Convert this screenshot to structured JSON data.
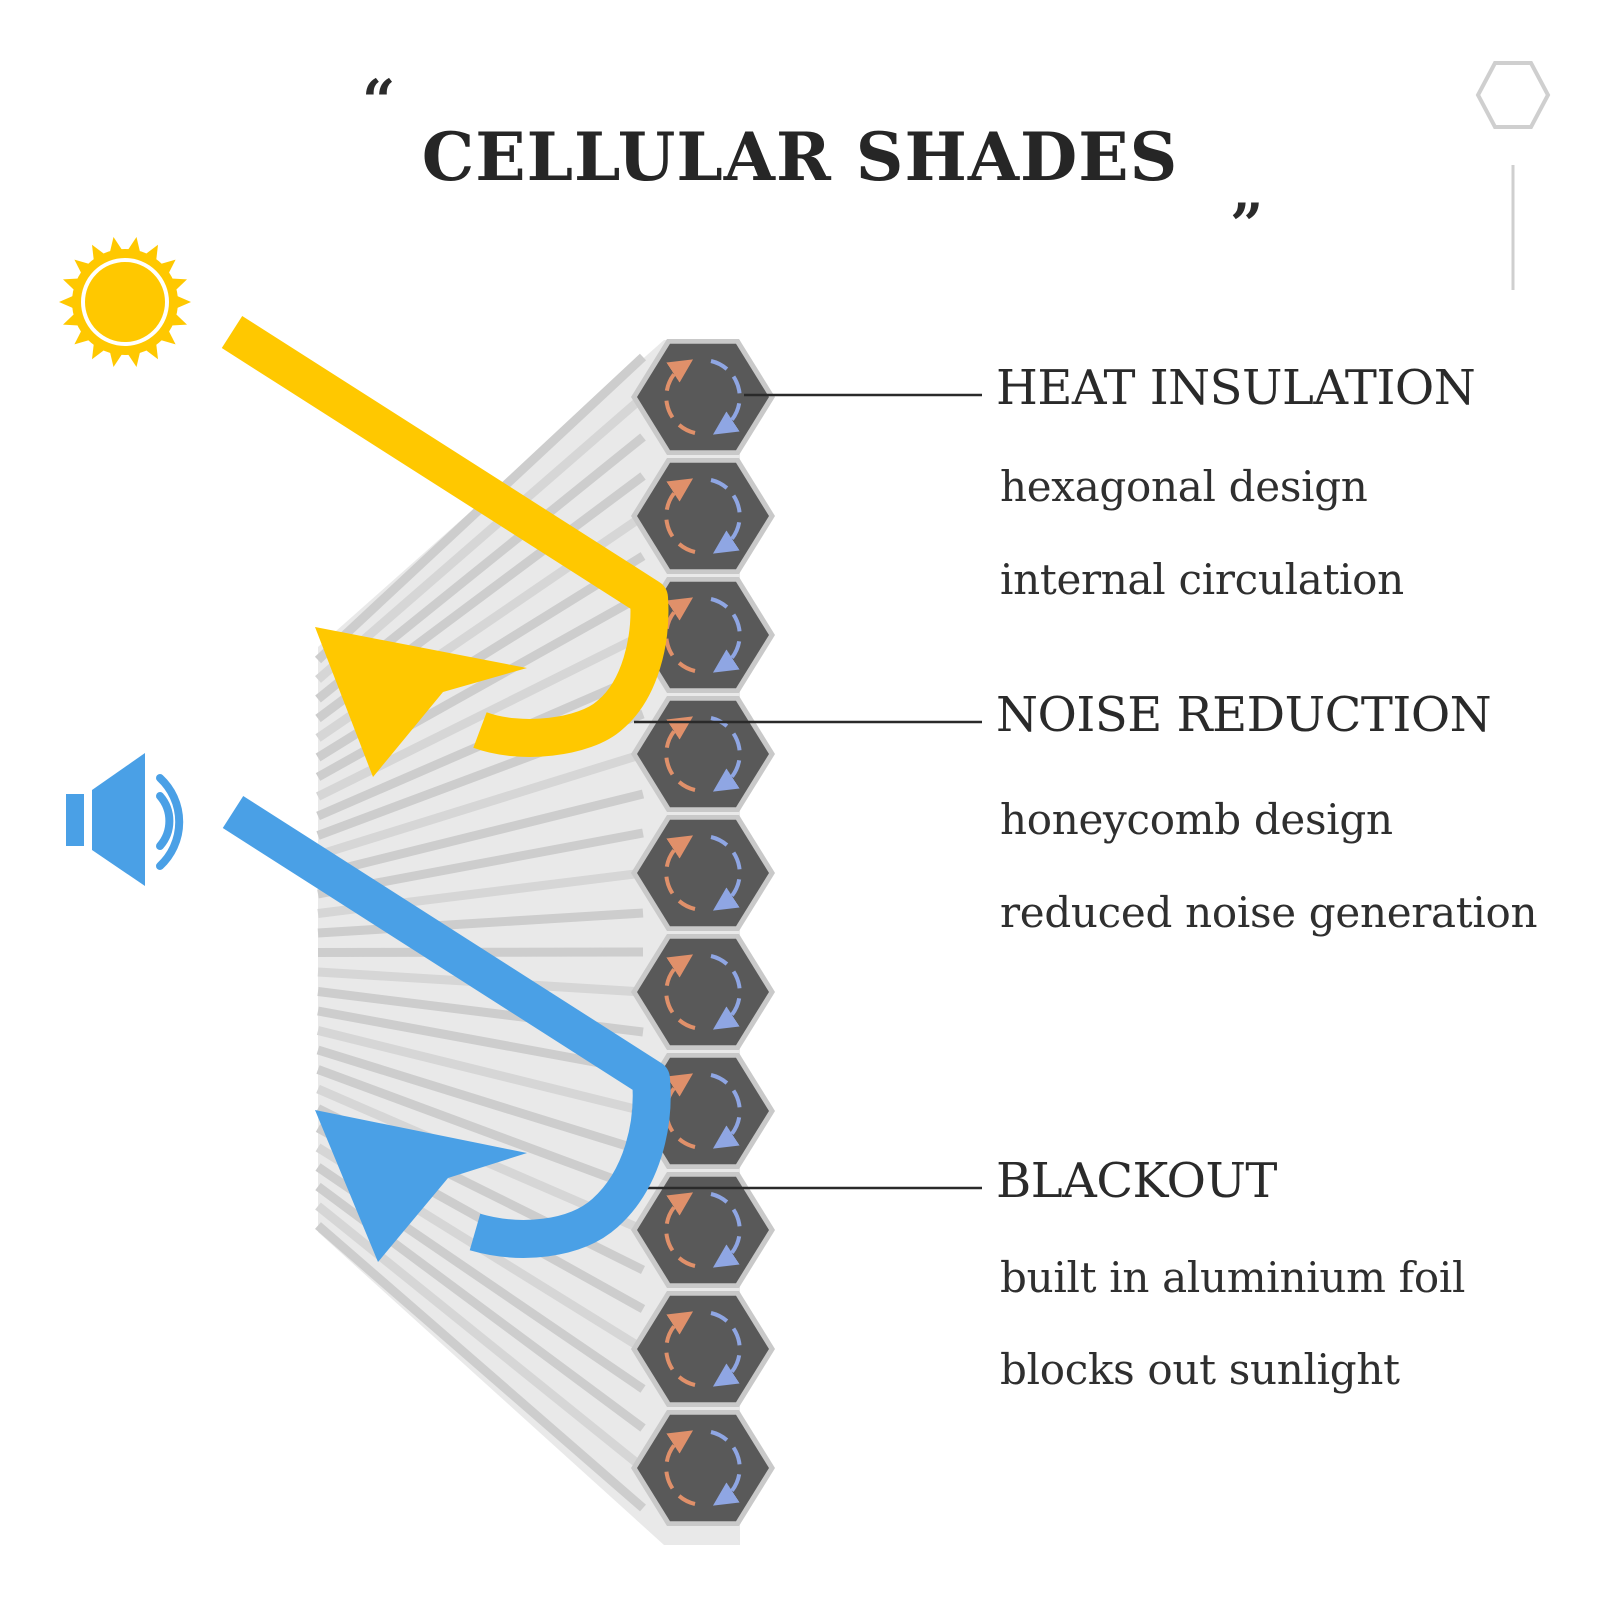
{
  "title": "CELLULAR SHADES",
  "open_quote": "“",
  "close_quote": "”",
  "features": [
    {
      "heading": "HEAT INSULATION",
      "lines": [
        "hexagonal design",
        "internal circulation"
      ]
    },
    {
      "heading": "NOISE REDUCTION",
      "lines": [
        "honeycomb design",
        "reduced noise generation"
      ]
    },
    {
      "heading": "BLACKOUT",
      "lines": [
        "built in aluminium foil",
        "blocks out sunlight"
      ]
    }
  ],
  "icons": {
    "sun": "sun-icon",
    "speaker": "speaker-icon",
    "corner": "hexagon-icon"
  },
  "colors": {
    "sun_yellow": "#ffc800",
    "sound_blue": "#4aa0e6",
    "cell_dark": "#595959",
    "cell_rim": "#c9c9c9",
    "warm_arrow": "#e0906a",
    "cool_arrow": "#8fa6e3"
  }
}
